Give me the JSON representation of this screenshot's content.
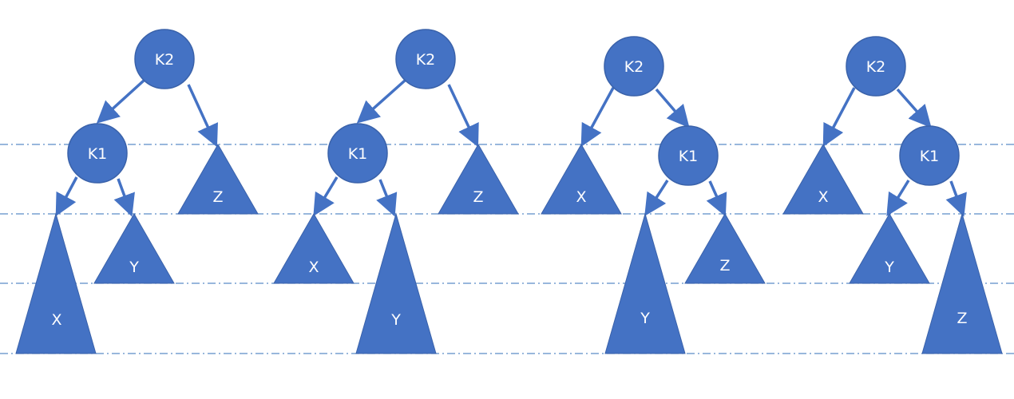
{
  "colors": {
    "fill": "#4472c4",
    "outline": "#3a62aa",
    "label": "#ffffff",
    "guide": "#5b8cc7"
  },
  "trees": [
    {
      "nodes": [
        {
          "id": "k2",
          "label": "K2"
        },
        {
          "id": "k1",
          "label": "K1"
        }
      ],
      "subtrees": [
        {
          "id": "x",
          "label": "X"
        },
        {
          "id": "y",
          "label": "Y"
        },
        {
          "id": "z",
          "label": "Z"
        }
      ]
    },
    {
      "nodes": [
        {
          "id": "k2",
          "label": "K2"
        },
        {
          "id": "k1",
          "label": "K1"
        }
      ],
      "subtrees": [
        {
          "id": "x",
          "label": "X"
        },
        {
          "id": "y",
          "label": "Y"
        },
        {
          "id": "z",
          "label": "Z"
        }
      ]
    },
    {
      "nodes": [
        {
          "id": "k2",
          "label": "K2"
        },
        {
          "id": "k1",
          "label": "K1"
        }
      ],
      "subtrees": [
        {
          "id": "x",
          "label": "X"
        },
        {
          "id": "y",
          "label": "Y"
        },
        {
          "id": "z",
          "label": "Z"
        }
      ]
    },
    {
      "nodes": [
        {
          "id": "k2",
          "label": "K2"
        },
        {
          "id": "k1",
          "label": "K1"
        }
      ],
      "subtrees": [
        {
          "id": "x",
          "label": "X"
        },
        {
          "id": "y",
          "label": "Y"
        },
        {
          "id": "z",
          "label": "Z"
        }
      ]
    }
  ]
}
